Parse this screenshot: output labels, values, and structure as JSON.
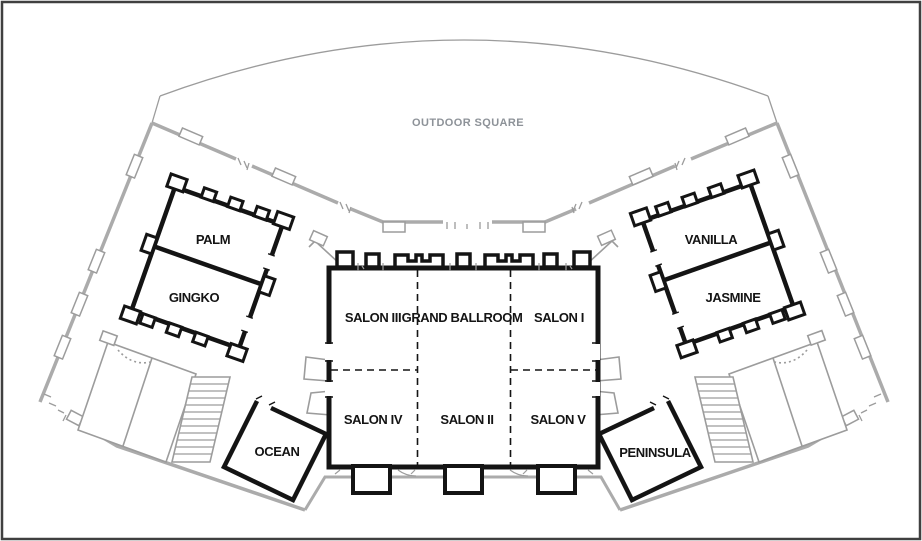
{
  "floor_plan": {
    "outdoor_area_label": "OUTDOOR SQUARE",
    "rooms": {
      "palm": "PALM",
      "gingko": "GINGKO",
      "vanilla": "VANILLA",
      "jasmine": "JASMINE",
      "ocean": "OCEAN",
      "peninsula": "PENINSULA",
      "salon_iii": "SALON III",
      "grand_ballroom": "GRAND BALLROOM",
      "salon_i": "SALON I",
      "salon_iv": "SALON IV",
      "salon_ii": "SALON II",
      "salon_v": "SALON V"
    },
    "colors": {
      "wall_black": "#141414",
      "outline_gray": "#ababab",
      "detail_gray": "#9c9c9c",
      "outdoor_text_gray": "#8d9298",
      "background": "#ffffff",
      "frame_border": "#404040"
    }
  }
}
